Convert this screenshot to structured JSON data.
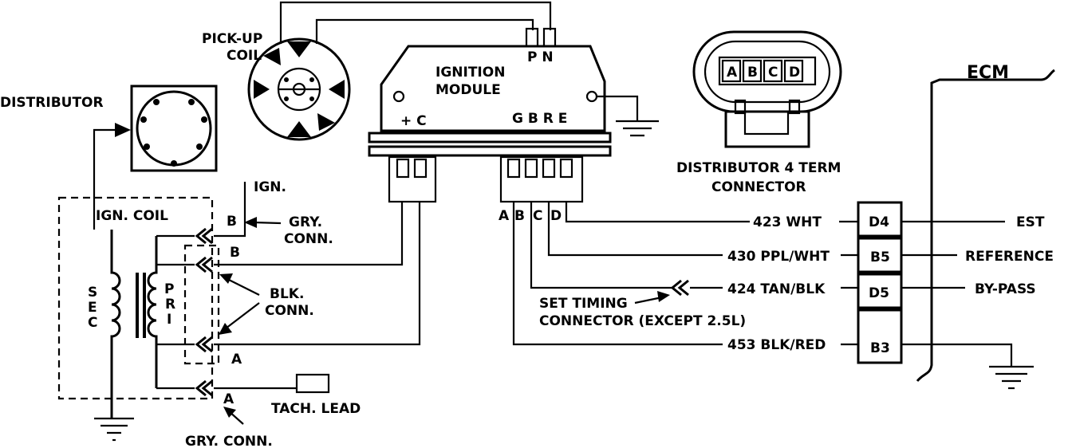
{
  "labels": {
    "distributor": "DISTRIBUTOR",
    "pickup_line1": "PICK-UP",
    "pickup_line2": "COIL",
    "module_line1": "IGNITION",
    "module_line2": "MODULE",
    "pn": "P N",
    "plus_c": "+ C",
    "gbre": "G B R E",
    "ign": "IGN.",
    "ign_coil": "IGN. COIL",
    "sec": [
      "S",
      "E",
      "C"
    ],
    "pri": [
      "P",
      "R",
      "I"
    ],
    "gry_conn_top_line1": "GRY.",
    "gry_conn_top_line2": "CONN.",
    "b_top": "B",
    "b_mid": "B",
    "blk_conn_line1": "BLK.",
    "blk_conn_line2": "CONN.",
    "a_mid": "A",
    "a_bottom": "A",
    "tach_lead": "TACH. LEAD",
    "gry_conn_bottom": "GRY. CONN.",
    "abcd_pins": [
      "A",
      "B",
      "C",
      "D"
    ],
    "dist_connector_pins": [
      "A",
      "B",
      "C",
      "D"
    ],
    "dist_connector_line1": "DISTRIBUTOR 4 TERM",
    "dist_connector_line2": "CONNECTOR",
    "set_timing_line1": "SET TIMING",
    "set_timing_line2": "CONNECTOR (EXCEPT 2.5L)",
    "ecm": "ECM"
  },
  "circuits": [
    {
      "wire": "423 WHT",
      "terminal": "D4",
      "function": "EST"
    },
    {
      "wire": "430 PPL/WHT",
      "terminal": "B5",
      "function": "REFERENCE"
    },
    {
      "wire": "424 TAN/BLK",
      "terminal": "D5",
      "function": "BY-PASS"
    },
    {
      "wire": "453 BLK/RED",
      "terminal": "B3",
      "function": ""
    }
  ]
}
